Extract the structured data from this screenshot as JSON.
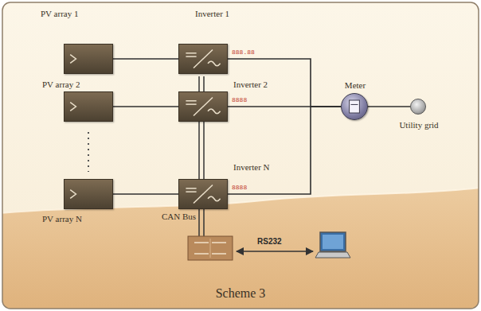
{
  "diagram": {
    "caption": "Scheme 3",
    "nodes": [
      {
        "text": [
          "PV array 1"
        ]
      },
      {
        "text": [
          "Inverter 1"
        ]
      },
      {
        "text": [
          "PV array 2"
        ]
      },
      {
        "text": [
          "Inverter 2"
        ]
      },
      {
        "text": [
          "PV array N"
        ]
      },
      {
        "text": [
          "Inverter N"
        ]
      },
      {
        "text": [
          "Meter"
        ]
      },
      {
        "text": [
          "Utility grid"
        ]
      }
    ],
    "edges": [
      {
        "from": 0,
        "to": 1,
        "arrow": "none"
      },
      {
        "from": 2,
        "to": 3,
        "arrow": "none"
      },
      {
        "from": 4,
        "to": 5,
        "arrow": "none"
      },
      {
        "from": 1,
        "to": 6,
        "arrow": "none"
      },
      {
        "from": 3,
        "to": 6,
        "arrow": "none"
      },
      {
        "from": 5,
        "to": 6,
        "arrow": "none"
      },
      {
        "from": 6,
        "to": 7,
        "arrow": "none"
      }
    ],
    "labels": [
      "888.88",
      "8888",
      "8888",
      "CAN Bus",
      "RS232"
    ]
  }
}
